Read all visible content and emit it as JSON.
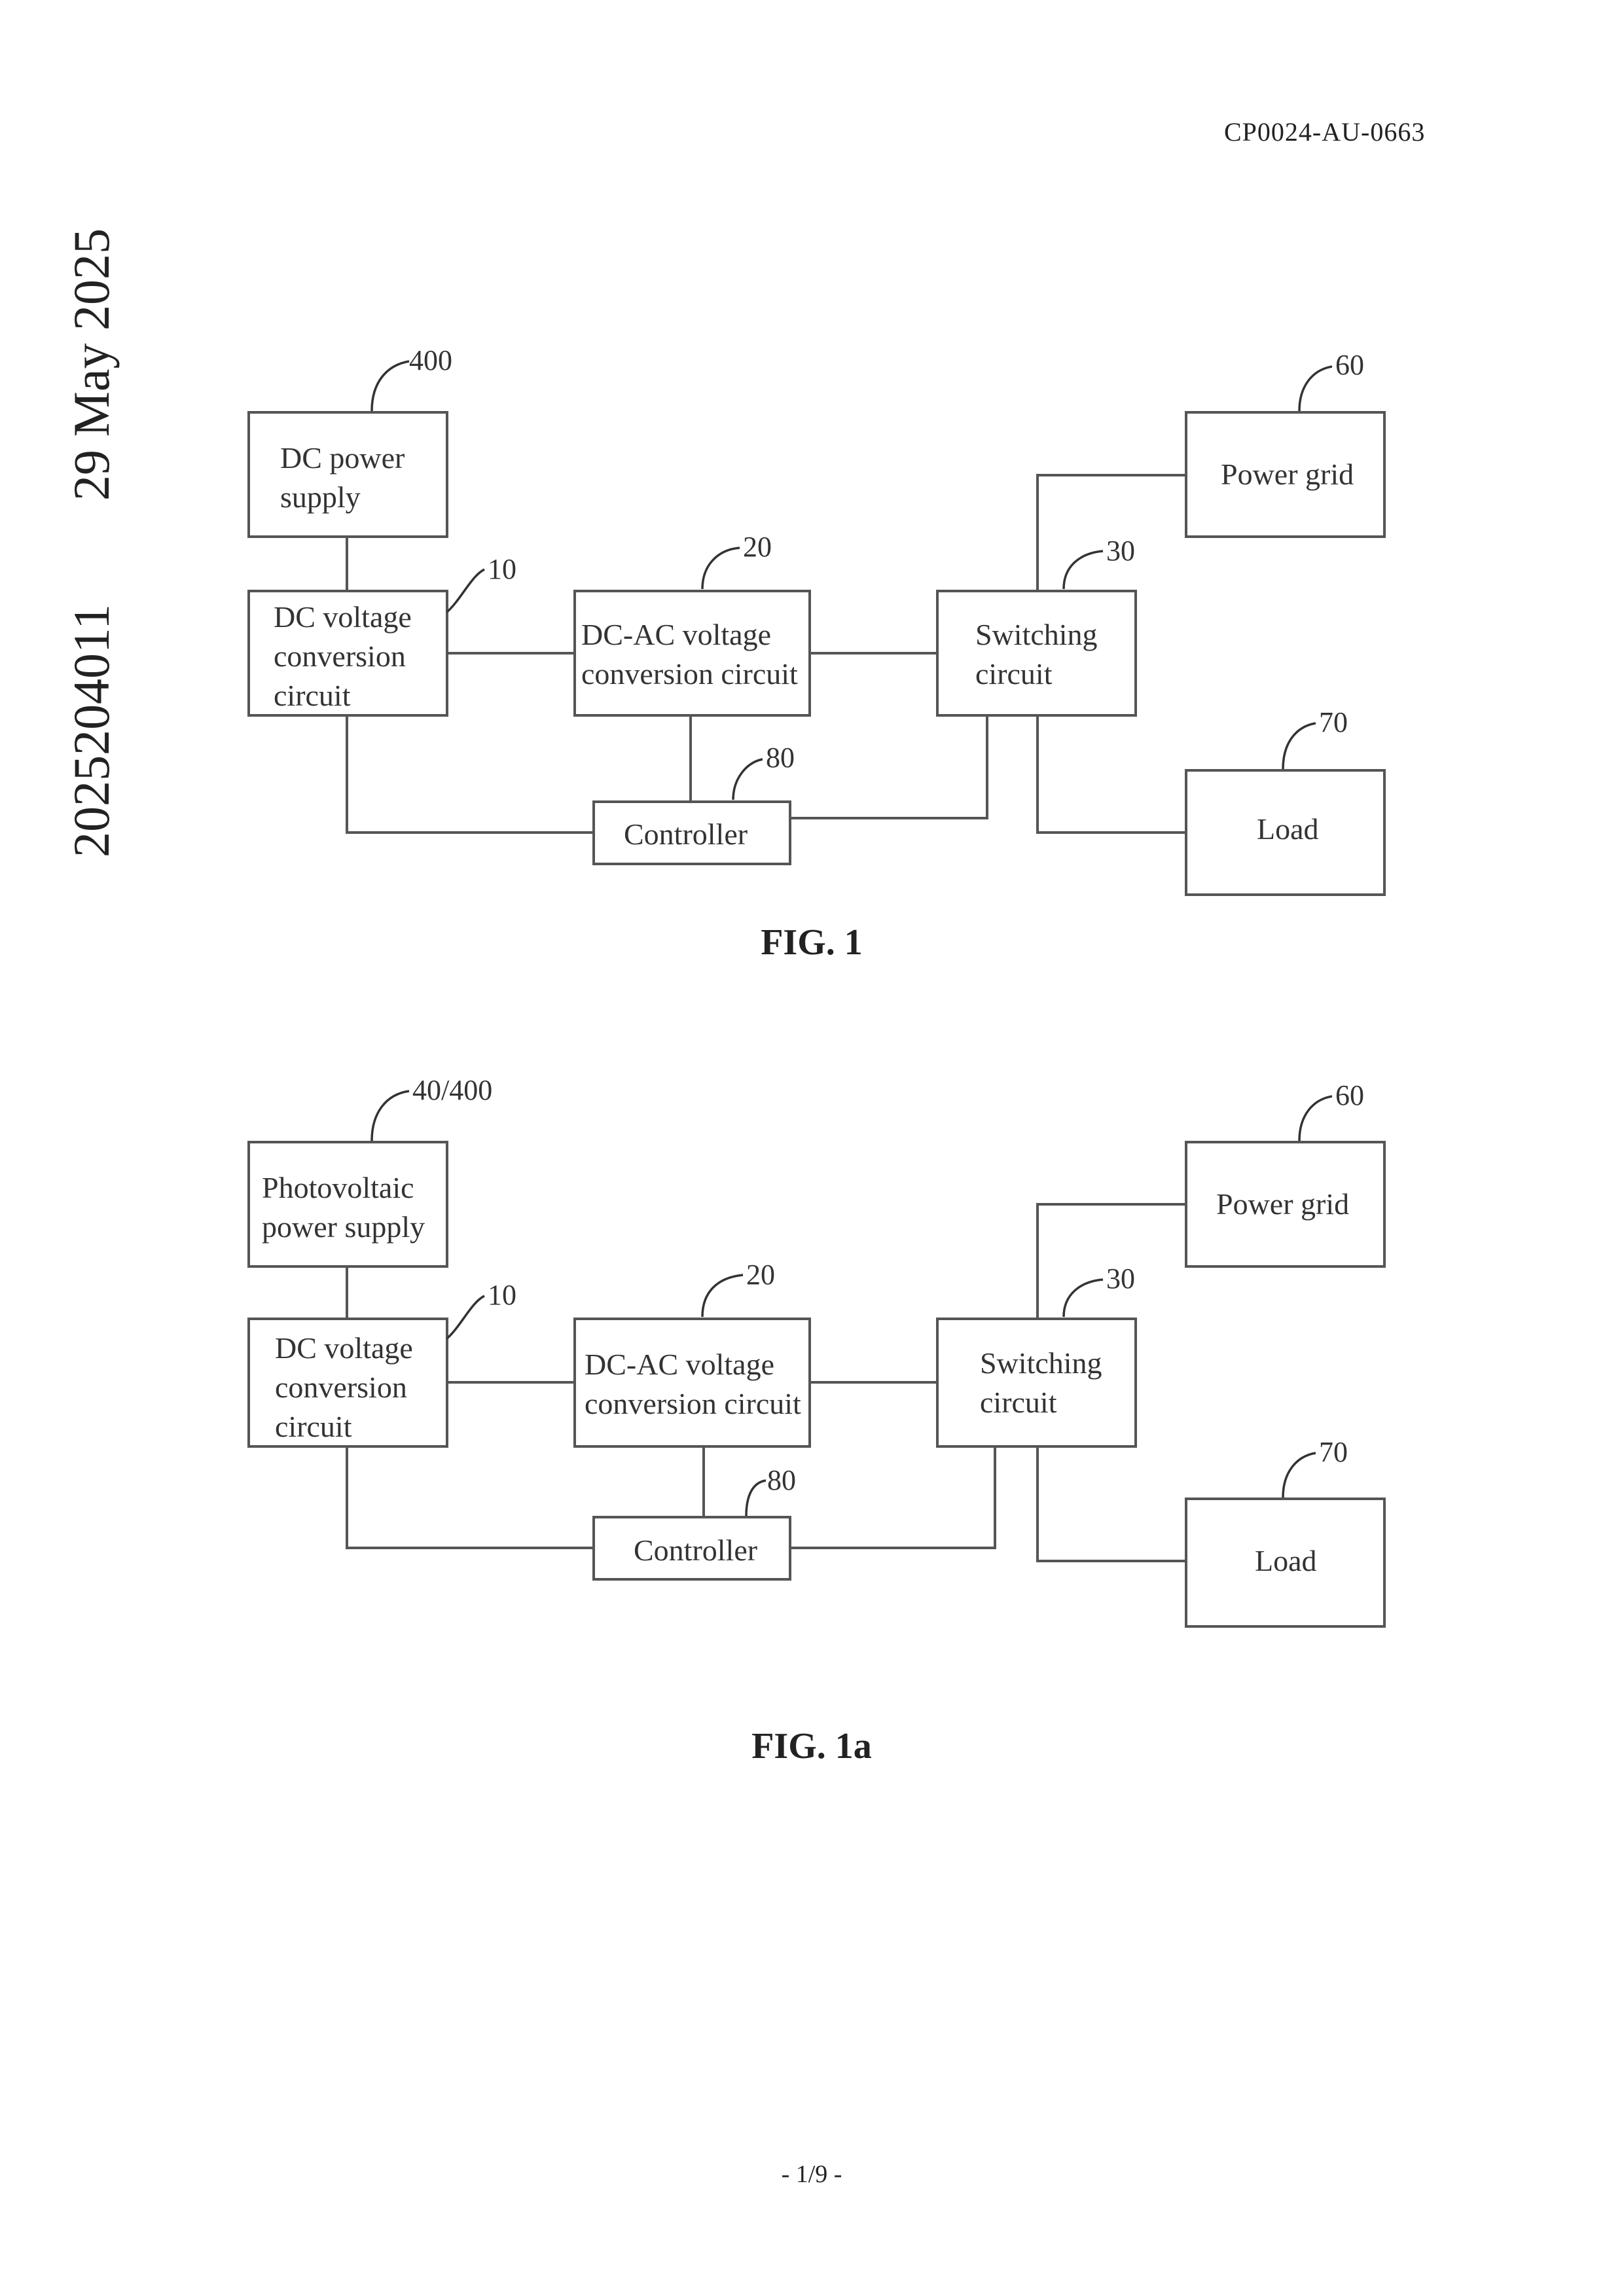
{
  "header": {
    "doc_id": "CP0024-AU-0663"
  },
  "side": {
    "date": "29 May 2025",
    "app_no": "2025204011"
  },
  "fig1": {
    "title": "FIG. 1",
    "blocks": {
      "source": {
        "line1": "DC power",
        "line2": "supply",
        "ref": "400"
      },
      "dcdc": {
        "line1": "DC voltage",
        "line2": "conversion",
        "line3": "circuit",
        "ref": "10"
      },
      "dcac": {
        "line1": "DC-AC voltage",
        "line2": "conversion circuit",
        "ref": "20"
      },
      "switch": {
        "line1": "Switching",
        "line2": "circuit",
        "ref": "30"
      },
      "grid": {
        "line1": "Power grid",
        "ref": "60"
      },
      "load": {
        "line1": "Load",
        "ref": "70"
      },
      "controller": {
        "line1": "Controller",
        "ref": "80"
      }
    }
  },
  "fig1a": {
    "title": "FIG. 1a",
    "blocks": {
      "source": {
        "line1": "Photovoltaic",
        "line2": "power supply",
        "ref": "40/400"
      },
      "dcdc": {
        "line1": "DC voltage",
        "line2": "conversion",
        "line3": "circuit",
        "ref": "10"
      },
      "dcac": {
        "line1": "DC-AC voltage",
        "line2": "conversion circuit",
        "ref": "20"
      },
      "switch": {
        "line1": "Switching",
        "line2": "circuit",
        "ref": "30"
      },
      "grid": {
        "line1": "Power grid",
        "ref": "60"
      },
      "load": {
        "line1": "Load",
        "ref": "70"
      },
      "controller": {
        "line1": "Controller",
        "ref": "80"
      }
    }
  },
  "footer": {
    "page": "- 1/9 -"
  }
}
